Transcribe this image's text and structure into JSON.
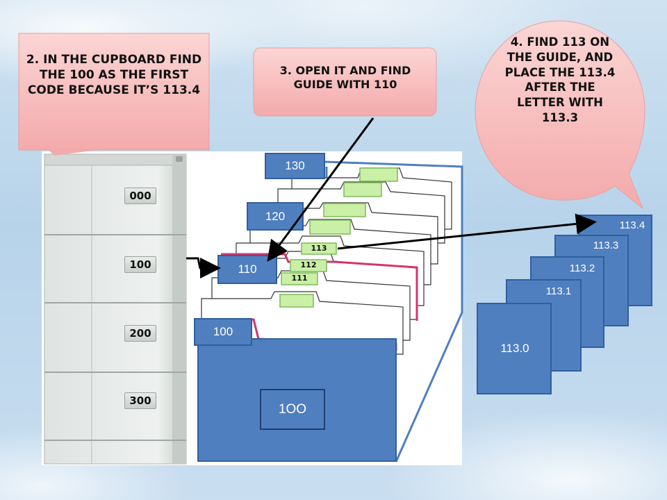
{
  "callouts": {
    "step2": "2. In the cupboard find the 100 as the first code because it’s 113.4",
    "step3": "3. Open it and find guide with 110",
    "step4": "4. Find 113 on the guide, and place the 113.4 after the letter with 113.3"
  },
  "cabinet": {
    "drawers": [
      "000",
      "100",
      "200",
      "300"
    ]
  },
  "guides": {
    "g130": "130",
    "g120": "120",
    "g110": "110",
    "g100": "100",
    "front": "1OO"
  },
  "small_tabs": {
    "t113": "113",
    "t112": "112",
    "t111": "111"
  },
  "letters": [
    "113.4",
    "113.3",
    "113.2",
    "113.1",
    "113.0"
  ],
  "colors": {
    "guide_blue": "#4f7fbf",
    "callout_pink": "#f7c8c8",
    "tab_green": "#c9f0a6",
    "divider_red": "#d6336c"
  }
}
